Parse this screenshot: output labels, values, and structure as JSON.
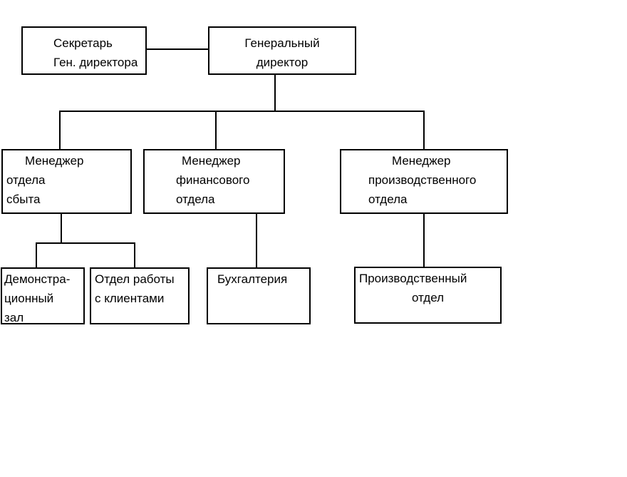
{
  "diagram": {
    "type": "org-chart",
    "background_color": "#ffffff",
    "box_border_color": "#000000",
    "connector_color": "#000000",
    "text_color": "#000000",
    "boxes": {
      "secretary": {
        "label": "Секретарь Ген. директора",
        "lines": [
          "Секретарь",
          "Ген. директора"
        ]
      },
      "general_director": {
        "label": "Генеральный директор",
        "lines": [
          "Генеральный",
          "директор"
        ]
      },
      "sales_manager": {
        "label": "Менеджер отдела сбыта",
        "lines": [
          "Менеджер",
          "отдела",
          "сбыта"
        ]
      },
      "finance_manager": {
        "label": "Менеджер финансового отдела",
        "lines": [
          "Менеджер",
          "финансового",
          "отдела"
        ]
      },
      "production_manager": {
        "label": "Менеджер производственного отдела",
        "lines": [
          "Менеджер",
          "производственного",
          "отдела"
        ]
      },
      "demo_hall": {
        "label": "Демонстрационный зал",
        "lines": [
          "Демонстра-",
          "ционный",
          "зал"
        ]
      },
      "clients_dept": {
        "label": "Отдел работы с клиентами",
        "lines": [
          "Отдел работы",
          "с клиентами"
        ]
      },
      "accounting": {
        "label": "Бухгалтерия",
        "lines": [
          "Бухгалтерия"
        ]
      },
      "production_dept": {
        "label": "Производственный отдел",
        "lines": [
          "Производственный",
          "отдел"
        ]
      }
    },
    "edges": [
      {
        "from": "secretary",
        "to": "general_director"
      },
      {
        "from": "general_director",
        "to": "sales_manager"
      },
      {
        "from": "general_director",
        "to": "finance_manager"
      },
      {
        "from": "general_director",
        "to": "production_manager"
      },
      {
        "from": "sales_manager",
        "to": "demo_hall"
      },
      {
        "from": "sales_manager",
        "to": "clients_dept"
      },
      {
        "from": "finance_manager",
        "to": "accounting"
      },
      {
        "from": "production_manager",
        "to": "production_dept"
      }
    ]
  }
}
